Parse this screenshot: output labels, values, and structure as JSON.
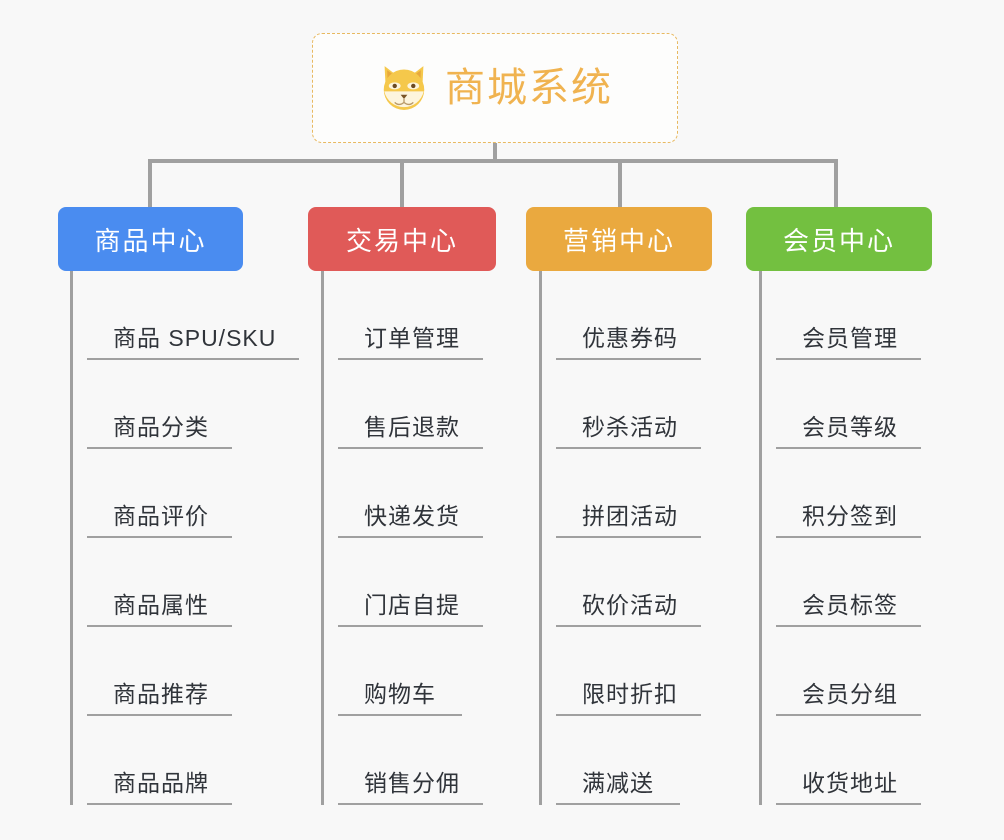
{
  "canvas": {
    "background": "#f8f8f8",
    "line_color": "#a0a0a0"
  },
  "root": {
    "title": "商城系统",
    "icon": "shiba-dog-face-icon",
    "border_color": "#e8b960",
    "text_color": "#f0b350"
  },
  "categories": [
    {
      "label": "商品中心",
      "color": "#4a8cf0",
      "items": [
        {
          "label": "商品 SPU/SKU",
          "rule": "w-long"
        },
        {
          "label": "商品分类",
          "rule": "w-med"
        },
        {
          "label": "商品评价",
          "rule": "w-med"
        },
        {
          "label": "商品属性",
          "rule": "w-med"
        },
        {
          "label": "商品推荐",
          "rule": "w-med"
        },
        {
          "label": "商品品牌",
          "rule": "w-med"
        }
      ]
    },
    {
      "label": "交易中心",
      "color": "#e05a58",
      "items": [
        {
          "label": "订单管理",
          "rule": "w-med"
        },
        {
          "label": "售后退款",
          "rule": "w-med"
        },
        {
          "label": "快递发货",
          "rule": "w-med"
        },
        {
          "label": "门店自提",
          "rule": "w-med"
        },
        {
          "label": "购物车",
          "rule": "w-short"
        },
        {
          "label": "销售分佣",
          "rule": "w-med"
        }
      ]
    },
    {
      "label": "营销中心",
      "color": "#eaa93f",
      "items": [
        {
          "label": "优惠券码",
          "rule": "w-med"
        },
        {
          "label": "秒杀活动",
          "rule": "w-med"
        },
        {
          "label": "拼团活动",
          "rule": "w-med"
        },
        {
          "label": "砍价活动",
          "rule": "w-med"
        },
        {
          "label": "限时折扣",
          "rule": "w-med"
        },
        {
          "label": "满减送",
          "rule": "w-short"
        }
      ]
    },
    {
      "label": "会员中心",
      "color": "#73c040",
      "items": [
        {
          "label": "会员管理",
          "rule": "w-med"
        },
        {
          "label": "会员等级",
          "rule": "w-med"
        },
        {
          "label": "积分签到",
          "rule": "w-med"
        },
        {
          "label": "会员标签",
          "rule": "w-med"
        },
        {
          "label": "会员分组",
          "rule": "w-med"
        },
        {
          "label": "收货地址",
          "rule": "w-med"
        }
      ]
    }
  ]
}
